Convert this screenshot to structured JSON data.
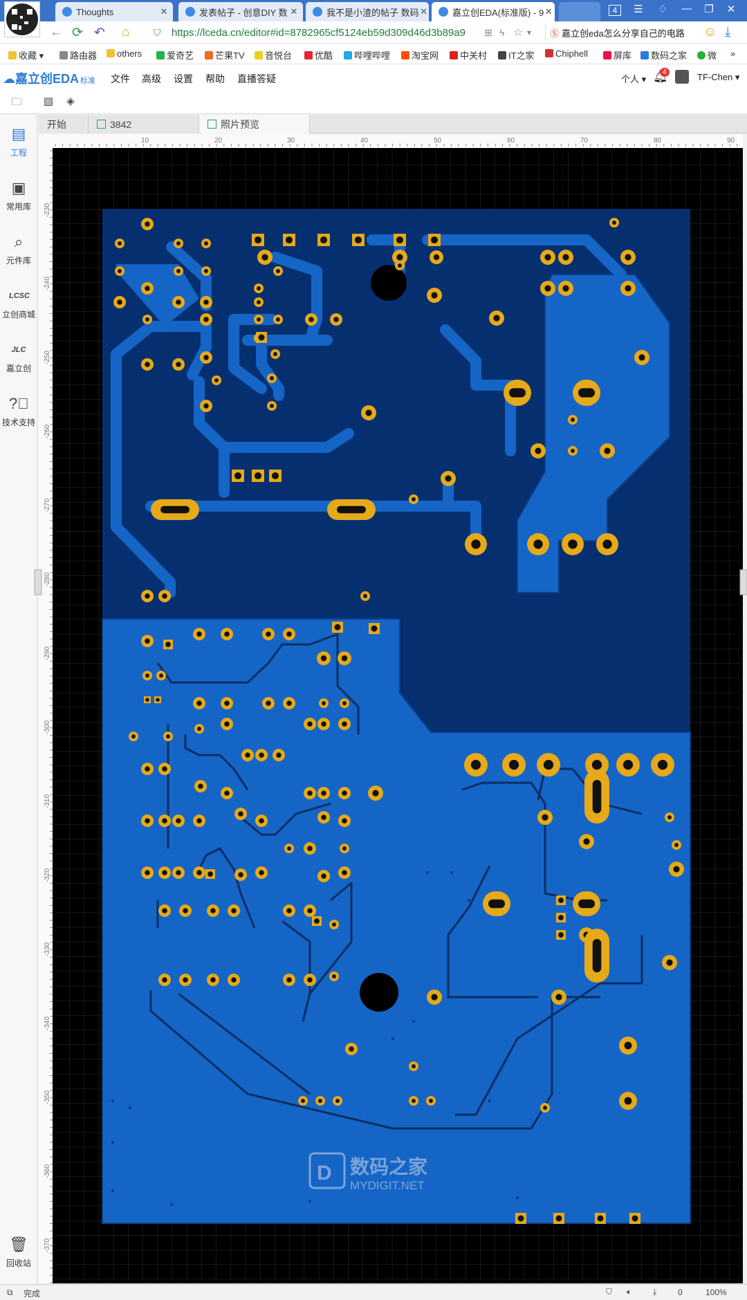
{
  "browser": {
    "tabs": [
      {
        "title": "Thoughts",
        "active": false
      },
      {
        "title": "发表帖子 - 创意DIY 数",
        "active": false
      },
      {
        "title": "我不是小渣的帖子 数码",
        "active": false
      },
      {
        "title": "嘉立创EDA(标准版) - 9",
        "active": true
      }
    ],
    "tab_count_badge": "4",
    "url": "https://lceda.cn/editor#id=8782965cf5124eb59d309d46d3b89a9",
    "search_text": "嘉立创eda怎么分享自己的电路",
    "bookmarks": [
      "收藏",
      "路由器",
      "others",
      "爱奇艺",
      "芒果TV",
      "音悦台",
      "优酷",
      "哔哩哔哩",
      "淘宝网",
      "中关村",
      "IT之家",
      "Chiphell",
      "屏库",
      "数码之家",
      "微"
    ]
  },
  "app": {
    "logo": "嘉立创EDA",
    "edition": "标准",
    "menu": [
      "文件",
      "高级",
      "设置",
      "帮助",
      "直播答疑"
    ],
    "user_menu": "个人",
    "notification_count": "4",
    "username": "TF-Chen",
    "sidebar": [
      "工程",
      "常用库",
      "元件库",
      "立创商城",
      "嘉立创",
      "技术支持"
    ],
    "recycle": "回收站",
    "doc_tabs": [
      {
        "label": "开始",
        "active": false
      },
      {
        "label": "3842",
        "active": false
      },
      {
        "label": "照片预览",
        "active": true
      }
    ],
    "status": "完成",
    "status_right": {
      "count": "0",
      "zoom": "100%"
    }
  },
  "ruler": {
    "top_labels": [
      "10",
      "20",
      "30",
      "40",
      "50",
      "60",
      "70",
      "80",
      "90"
    ],
    "left_labels": [
      "-230",
      "-240",
      "-250",
      "-260",
      "-270",
      "-280",
      "-290",
      "-300",
      "-310",
      "-320",
      "-330",
      "-340",
      "-350",
      "-360",
      "-370"
    ]
  },
  "watermark": {
    "title": "数码之家",
    "subtitle": "MYDIGIT.NET"
  },
  "colors": {
    "board_top": "#062f70",
    "board_copper": "#1565c7",
    "pad": "#e5a91a",
    "canvas_bg": "#000000",
    "grid": "#2f2f2f"
  }
}
